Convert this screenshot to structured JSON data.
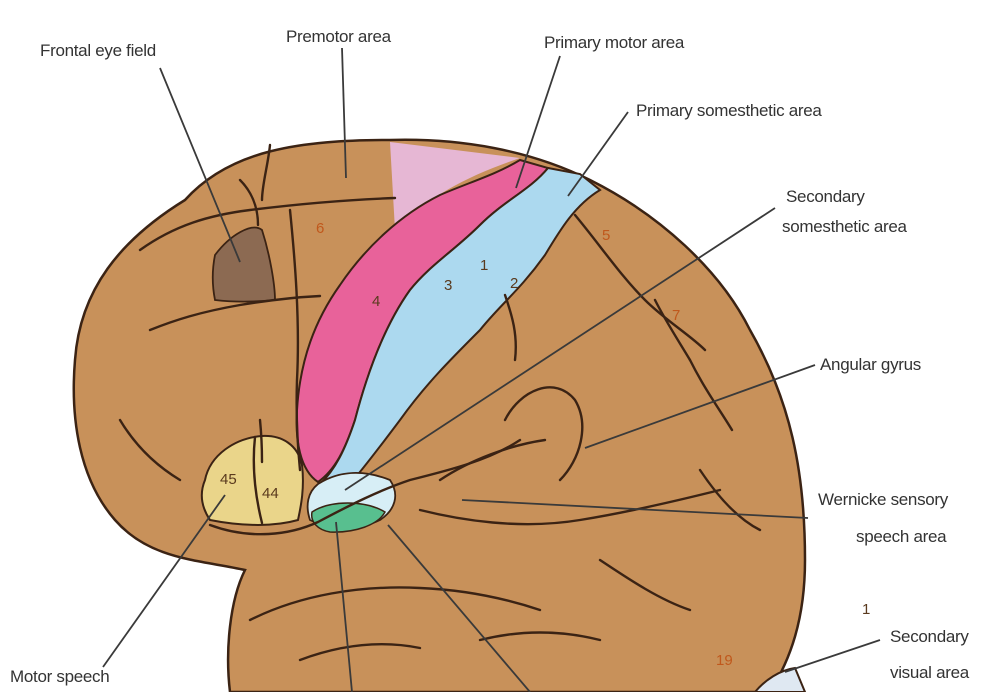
{
  "labels": {
    "frontal_eye_field": "Frontal eye field",
    "premotor_area": "Premotor area",
    "primary_motor_area": "Primary motor area",
    "primary_somesthetic_area": "Primary somesthetic area",
    "secondary_somesthetic_line1": "Secondary",
    "secondary_somesthetic_line2": "somesthetic area",
    "angular_gyrus": "Angular gyrus",
    "wernicke_line1": "Wernicke sensory",
    "wernicke_line2": "speech area",
    "secondary_visual_line1": "Secondary",
    "secondary_visual_line2": "visual area",
    "motor_speech": "Motor speech"
  },
  "area_numbers": {
    "a6": "6",
    "a4": "4",
    "a3": "3",
    "a1": "1",
    "a2": "2",
    "a5": "5",
    "a7": "7",
    "a45": "45",
    "a44": "44",
    "a19": "19",
    "a1_visual": "1"
  },
  "colors": {
    "brain": "#c8915a",
    "premotor_pink": "#e6b7d4",
    "motor_magenta": "#e8629a",
    "somesthetic_blue": "#acd9ef",
    "broca_yellow": "#ead58a",
    "eye_field_brown": "#8c6a52",
    "green_patch": "#58bf8f",
    "outline": "#3b2314"
  }
}
